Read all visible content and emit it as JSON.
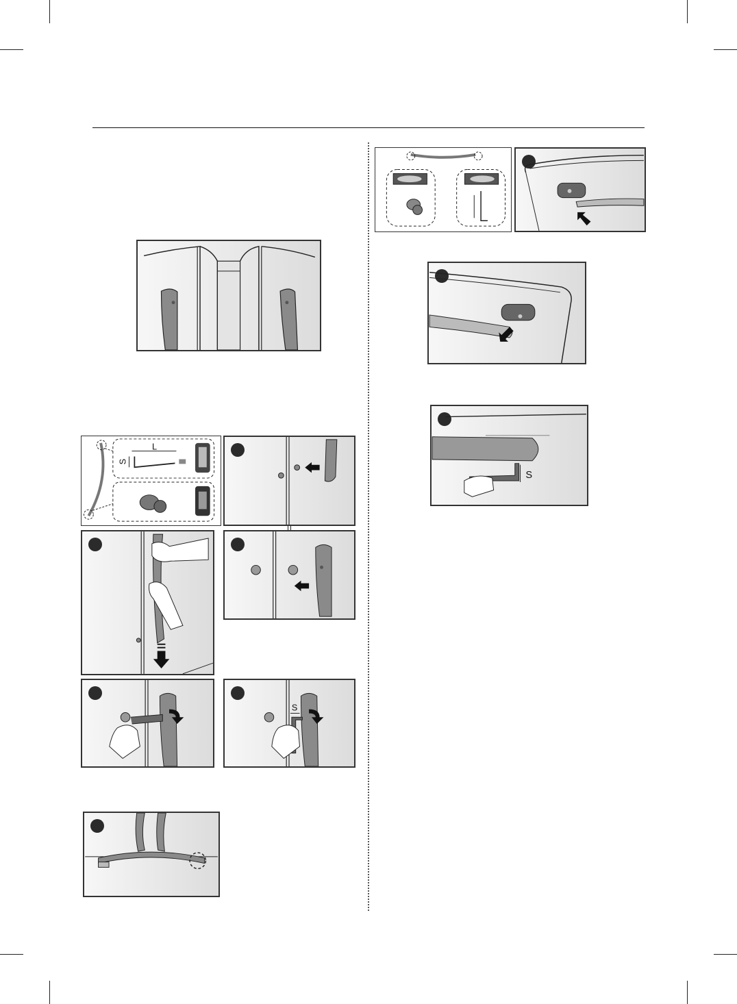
{
  "diagram_labels": {
    "long_arm": "L",
    "short_arm": "S",
    "side_gap": "S"
  },
  "colors": {
    "step_marker": "#2b2b2b",
    "panel_light": "#f7f7f7",
    "panel_dark": "#dcdcdc",
    "handle": "#8a8a8a"
  }
}
